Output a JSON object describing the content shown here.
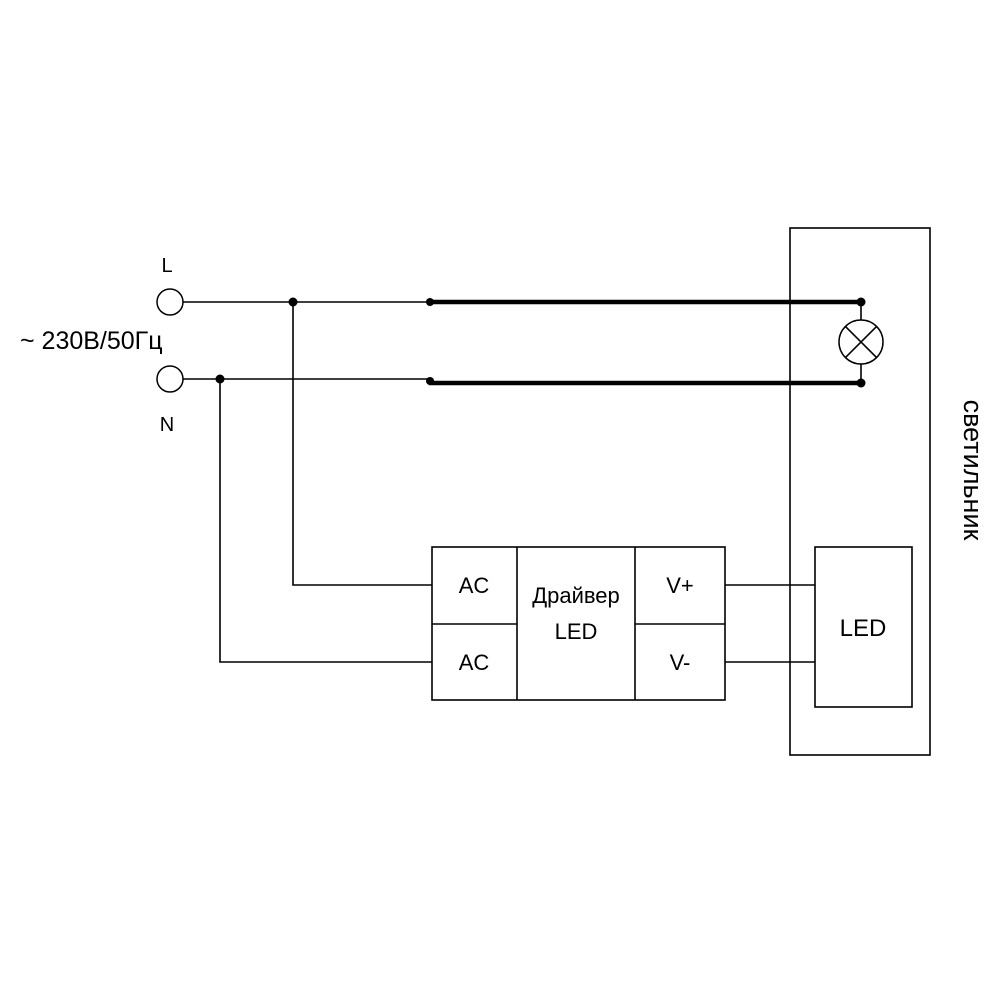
{
  "colors": {
    "line": "#000000",
    "background": "#ffffff"
  },
  "supply": {
    "phase_label": "L",
    "neutral_label": "N",
    "voltage_label": "~ 230В/50Гц"
  },
  "driver": {
    "input_top_label": "AC",
    "input_bottom_label": "AC",
    "title_line1": "Драйвер",
    "title_line2": "LED",
    "output_plus_label": "V+",
    "output_minus_label": "V-"
  },
  "led_module": {
    "label": "LED"
  },
  "luminaire": {
    "label": "светильник"
  }
}
